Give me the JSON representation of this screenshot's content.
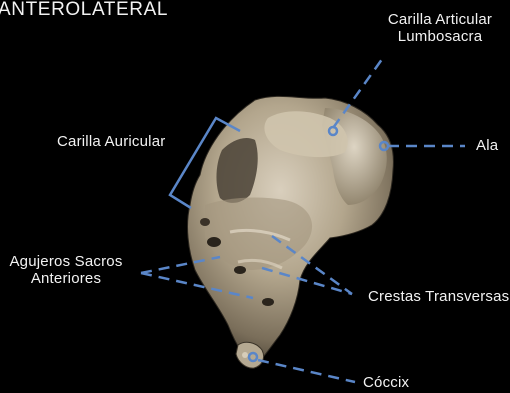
{
  "title": "ANTEROLATERAL",
  "labels": {
    "carilla_articular_line1": "Carilla Articular",
    "carilla_articular_line2": "Lumbosacra",
    "carilla_auricular": "Carilla Auricular",
    "ala": "Ala",
    "agujeros_line1": "Agujeros Sacros",
    "agujeros_line2": "Anteriores",
    "crestas": "Crestas Transversas",
    "coccix": "Cóccix"
  },
  "colors": {
    "background": "#000000",
    "text": "#f2f2f2",
    "annotation_lines": "#5a86c8",
    "bone": "#b8ac95"
  }
}
